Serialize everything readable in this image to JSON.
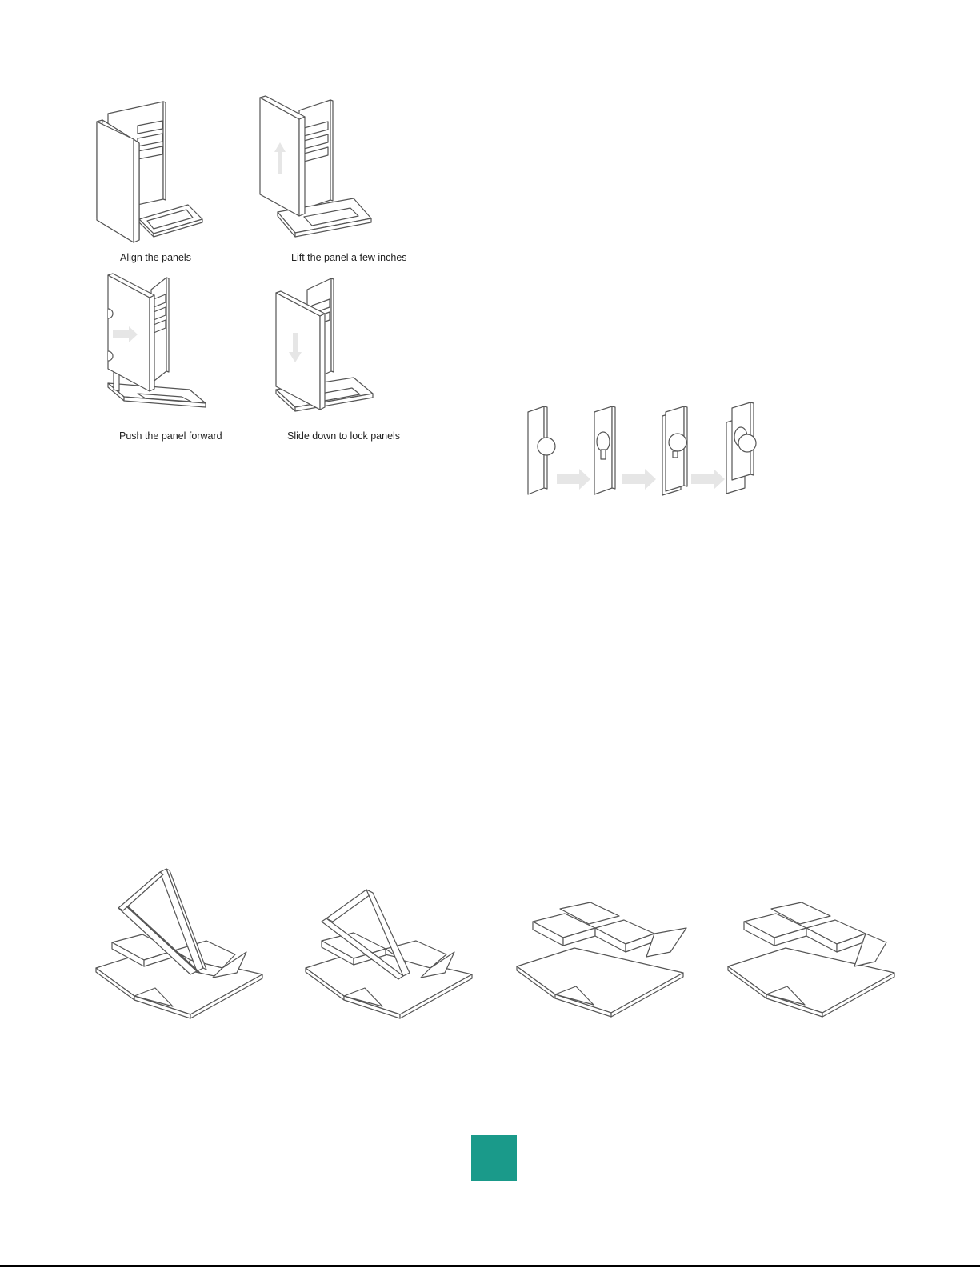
{
  "panel_steps": [
    {
      "caption": "Align the panels",
      "illustration": "align-panels-illustration"
    },
    {
      "caption": "Lift the panel a few inches",
      "illustration": "lift-panel-illustration"
    },
    {
      "caption": "Push the panel forward",
      "illustration": "push-panel-illustration"
    },
    {
      "caption": "Slide down to lock panels",
      "illustration": "slide-lock-illustration"
    }
  ],
  "keyhole_sequence": {
    "steps": 4,
    "illustration": "keyhole-bracket-sequence"
  },
  "base_assembly_sequence": {
    "steps": 4,
    "illustration": "base-assembly-sequence"
  },
  "colors": {
    "accent": "#1a9a8a",
    "line": "#555555",
    "arrow": "#e6e6e6",
    "rule": "#000000"
  }
}
